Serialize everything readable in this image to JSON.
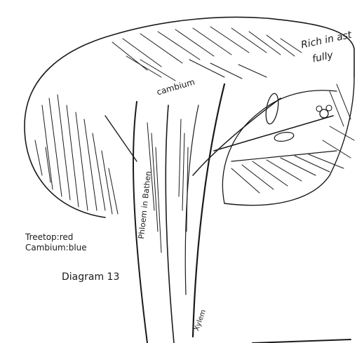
{
  "labels": {
    "rich_line1": "Rich in ast",
    "rich_line2": "fully",
    "cambium": "cambium",
    "phloem": "Phloem in Bathen",
    "key_treetop": "Treetop:red",
    "key_cambium": "Cambium:blue",
    "diagram_caption": "Diagram 13",
    "xylem": "Xylem"
  },
  "colors": {
    "ink": "#1a1a1a",
    "paper": "#ffffff"
  },
  "icons": {
    "flower": "flower-icon",
    "leaf": "leaf-icon"
  }
}
